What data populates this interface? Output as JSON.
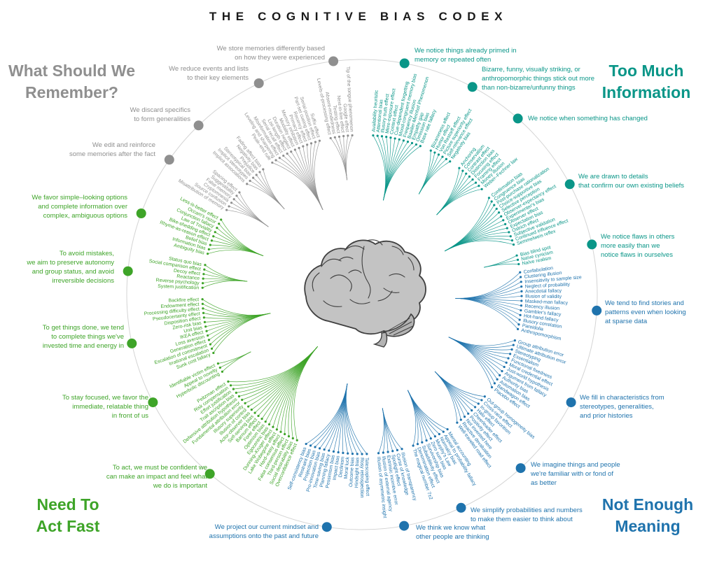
{
  "title": "THE COGNITIVE BIAS CODEX",
  "colors": {
    "teal": "#0a9688",
    "blue": "#1f73ad",
    "green": "#3ea428",
    "gray": "#8f8f8f"
  },
  "quadrants": [
    {
      "id": "tmi",
      "name": "Too Much Information",
      "title_lines": [
        "Too Much",
        "Information"
      ],
      "color": "teal",
      "groups": [
        {
          "id": "primed",
          "description": "We notice things already primed in\nmemory or repeated often",
          "items": [
            "Availability heuristic",
            "Attentional bias",
            "Illusory truth effect",
            "Mere-exposure effect",
            "Context effect",
            "Cue-dependent forgetting",
            "Mood-congruent memory bias",
            "Frequency illusion",
            "Baader-Meinhof Phenomenon",
            "Empathy gap",
            "Omission bias",
            "Base rate fallacy"
          ]
        },
        {
          "id": "bizarre",
          "description": "Bizarre, funny, visually striking, or\nanthropomorphic things stick out more\nthan non-bizarre/unfunny things",
          "items": [
            "Bizarreness effect",
            "Humor effect",
            "Von Restorff effect",
            "Picture superiority effect",
            "Self-relevance effect",
            "Negativity bias"
          ]
        },
        {
          "id": "changed",
          "description": "We notice when something has changed",
          "items": [
            "Anchoring",
            "Conservatism",
            "Contrast effect",
            "Distinction bias",
            "Focusing effect",
            "Framing effect",
            "Money illusion",
            "Weber–Fechner law"
          ]
        },
        {
          "id": "confirm",
          "description": "We are drawn to details\nthat confirm our own existing beliefs",
          "items": [
            "Confirmation bias",
            "Congruence bias",
            "Post-purchase rationalization",
            "Choice-supportive bias",
            "Selective perception",
            "Observer-expectancy effect",
            "Experimenter's bias",
            "Observer effect",
            "Expectation bias",
            "Ostrich effect",
            "Subjective validation",
            "Continued influence effect",
            "Semmelweis reflex"
          ]
        },
        {
          "id": "flaws",
          "description": "We notice flaws in others\nmore easily than we\nnotice flaws in ourselves",
          "items": [
            "Bias blind spot",
            "Naïve cynicism",
            "Naïve realism"
          ]
        }
      ]
    },
    {
      "id": "nem",
      "name": "Not Enough Meaning",
      "title_lines": [
        "Not Enough",
        "Meaning"
      ],
      "color": "blue",
      "groups": [
        {
          "id": "stories",
          "description": "We tend to find stories and\npatterns even when looking\nat sparse data",
          "items": [
            "Confabulation",
            "Clustering illusion",
            "Insensitivity to sample size",
            "Neglect of probability",
            "Anecdotal fallacy",
            "Illusion of validity",
            "Masked-man fallacy",
            "Recency illusion",
            "Gambler's fallacy",
            "Hot-hand fallacy",
            "Illusory correlation",
            "Pareidolia",
            "Anthropomorphism"
          ]
        },
        {
          "id": "fill",
          "description": "We fill in characteristics from\nstereotypes, generalities,\nand prior histories",
          "items": [
            "Group attribution error",
            "Ultimate attribution error",
            "Stereotyping",
            "Essentialism",
            "Functional fixedness",
            "Moral credential effect",
            "Just-world hypothesis",
            "Argument from fallacy",
            "Authority bias",
            "Automation bias",
            "Bandwagon effect",
            "Placebo effect"
          ]
        },
        {
          "id": "imagine",
          "description": "We imagine things and people\nwe're familiar with or fond of\nas better",
          "items": [
            "Out-group homogeneity bias",
            "Cross-race effect",
            "In-group favoritism",
            "Halo effect",
            "Cheerleader effect",
            "Positivity effect",
            "Not invented here",
            "Reactive devaluation",
            "Well-traveled road effect"
          ]
        },
        {
          "id": "simplify",
          "description": "We simplify probabilities and numbers\nto make them easier to think about",
          "items": [
            "Mental accounting",
            "Appeal to probability fallacy",
            "Normalcy bias",
            "Murphy's Law",
            "Zero sum bias",
            "Survivorship bias",
            "Subadditivity effect",
            "Denomination effect",
            "The magical number 7±2"
          ]
        },
        {
          "id": "think",
          "description": "We think we know what\nother people are thinking",
          "items": [
            "Illusion of transparency",
            "Curse of knowledge",
            "Spotlight effect",
            "Extrinsic incentive error",
            "Illusion of external agency",
            "Illusion of asymmetric insight"
          ]
        },
        {
          "id": "project",
          "description": "We project our current mindset and\nassumptions onto the past and future",
          "items": [
            "Telescoping effect",
            "Rosy retrospection",
            "Hindsight bias",
            "Outcome bias",
            "Moral luck",
            "Declinism",
            "Impact bias",
            "Pessimism bias",
            "Planning fallacy",
            "Time-saving bias",
            "Pro-innovation bias",
            "Projection bias",
            "Restraint bias",
            "Self-consistency bias"
          ]
        }
      ]
    },
    {
      "id": "ntaf",
      "name": "Need To Act Fast",
      "title_lines": [
        "Need To",
        "Act Fast"
      ],
      "color": "green",
      "groups": [
        {
          "id": "act",
          "description": "To act, we must be confident we\ncan make an impact and feel what\nwe do is important",
          "items": [
            "Overconfidence effect",
            "Social desirability bias",
            "Third-person effect",
            "False consensus effect",
            "Hard–easy effect",
            "Lake Wobegone effect",
            "Dunning–Kruger effect",
            "Egocentric bias",
            "Optimism bias",
            "Forer effect",
            "Barnum effect",
            "Self-serving bias",
            "Actor-observer bias",
            "Illusion of control",
            "Illusory superiority",
            "Fundamental attribution error",
            "Defensive attribution hypothesis",
            "Trait ascription bias",
            "Effort justification",
            "Risk compensation",
            "Peltzman effect"
          ]
        },
        {
          "id": "focused",
          "description": "To stay focused, we favor the\nimmediate, relatable thing\nin front of us",
          "items": [
            "Hyperbolic discounting",
            "Appeal to novelty",
            "Identifiable victim effect"
          ]
        },
        {
          "id": "done",
          "description": "To get things done, we tend\nto complete things we've\ninvested time and energy in",
          "items": [
            "Sunk cost fallacy",
            "Irrational escalation",
            "Escalation of commitment",
            "Generation effect",
            "Loss aversion",
            "IKEA effect",
            "Unit bias",
            "Zero-risk bias",
            "Disposition effect",
            "Pseudocertainty effect",
            "Processing difficulty effect",
            "Endowment effect",
            "Backfire effect"
          ]
        },
        {
          "id": "mistakes",
          "description": "To avoid mistakes,\nwe aim to preserve autonomy\nand group status, and avoid\nirreversible decisions",
          "items": [
            "System justification",
            "Reverse psychology",
            "Reactance",
            "Decoy effect",
            "Social comparison effect",
            "Status quo bias"
          ]
        },
        {
          "id": "simple",
          "description": "We favor simple–looking options\nand complete information over\ncomplex, ambiguous options",
          "items": [
            "Ambiguity bias",
            "Information bias",
            "Belief bias",
            "Rhyme-as-reason effect",
            "Bike-shedding effect",
            "Law of Triviality",
            "Conjunction fallacy",
            "Occam's razor",
            "Less-is-better effect"
          ]
        }
      ]
    },
    {
      "id": "wswr",
      "name": "What Should We Remember?",
      "title_lines": [
        "What Should We",
        "Remember?"
      ],
      "color": "gray",
      "groups": [
        {
          "id": "edit",
          "description": "We edit and reinforce\nsome memories after the fact",
          "items": [
            "Misattribution of memory",
            "Source confusion",
            "Cryptomnesia",
            "False memory",
            "Suggestibility",
            "Spacing effect"
          ]
        },
        {
          "id": "discard",
          "description": "We discard specifics\nto form generalities",
          "items": [
            "Implicit associations",
            "Implicit stereotypes",
            "Stereotypical bias",
            "Prejudice",
            "Negativity bias",
            "Fading affect bias"
          ]
        },
        {
          "id": "reduce",
          "description": "We reduce events and lists\nto their key elements",
          "items": [
            "Peak–end rule",
            "Leveling and sharpening",
            "Misinformation effect",
            "Serial recall effect",
            "List-length effect",
            "Duration neglect",
            "Modality effect",
            "Memory inhibition",
            "Primacy effect",
            "Recency effect",
            "Part-set cueing effect",
            "Serial-position effect",
            "Suffix effect"
          ]
        },
        {
          "id": "store",
          "description": "We store memories differently based\non how they were experienced",
          "items": [
            "Levels-of-processing effect",
            "Absent-mindedness",
            "Testing effect",
            "Next-in-line effect",
            "Google effect",
            "Tip of the tongue phenomenon"
          ]
        }
      ]
    }
  ]
}
